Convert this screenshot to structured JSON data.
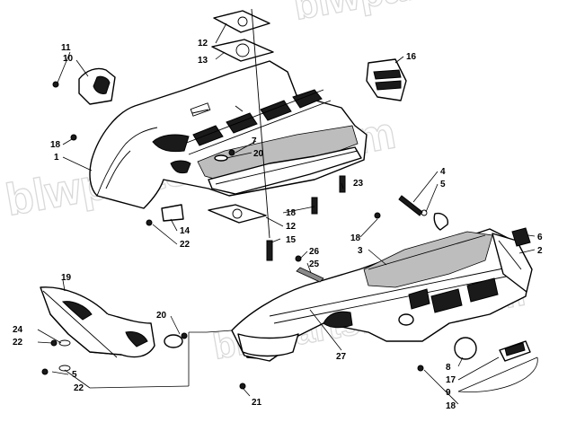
{
  "diagram": {
    "watermark_text": "blwpartsfiche.com",
    "callouts": [
      "1",
      "2",
      "3",
      "4",
      "5",
      "6",
      "7",
      "8",
      "9",
      "10",
      "11",
      "12",
      "13",
      "14",
      "15",
      "16",
      "17",
      "18",
      "19",
      "20",
      "21",
      "22",
      "23",
      "24",
      "25",
      "26",
      "27"
    ]
  }
}
